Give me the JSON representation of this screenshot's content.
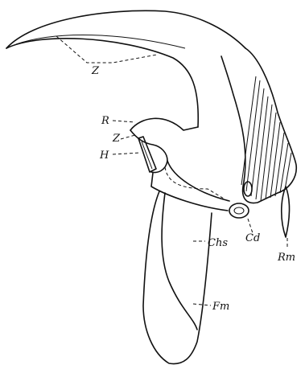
{
  "labels": {
    "Z_top": "Z",
    "R": "R",
    "Z_mid": "Z",
    "H": "H",
    "Cd": "Cd",
    "Chs": "Chs",
    "Rm": "Rm",
    "Fm": "Fm"
  }
}
